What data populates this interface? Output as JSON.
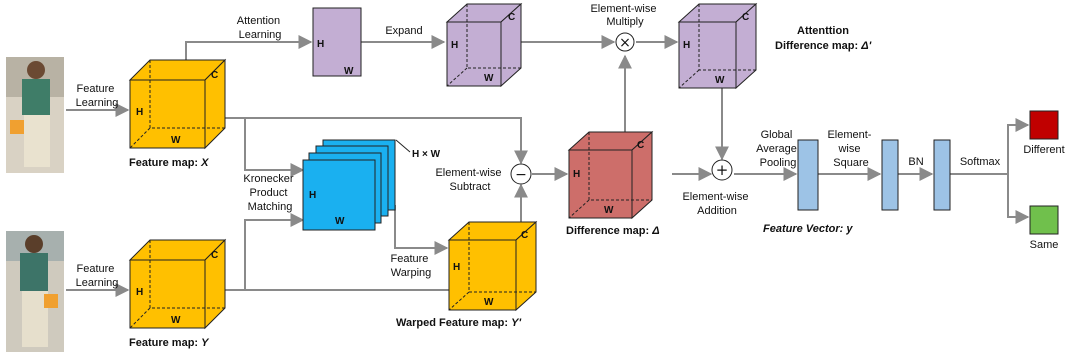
{
  "colors": {
    "feature_map": "#FFC000",
    "attention": "#C3AED3",
    "difference": "#CD6E6A",
    "matching": "#1AB0F0",
    "vector": "#9DC3E6",
    "different": "#C00000",
    "same": "#70C04C",
    "arrow": "#8A8A8A"
  },
  "steps": {
    "feature_learning_top": [
      "Feature",
      "Learning"
    ],
    "feature_learning_bottom": [
      "Feature",
      "Learning"
    ],
    "attention_learning": [
      "Attention",
      "Learning"
    ],
    "expand": "Expand",
    "multiply": [
      "Element-wise",
      "Multiply"
    ],
    "kronecker": [
      "Kronecker",
      "Product",
      "Matching"
    ],
    "subtract": [
      "Element-wise",
      "Subtract"
    ],
    "feature_warping": [
      "Feature",
      "Warping"
    ],
    "addition": [
      "Element-wise",
      "Addition"
    ],
    "gap": [
      "Global",
      "Average",
      "Pooling"
    ],
    "square": [
      "Element-",
      "wise",
      "Square"
    ],
    "bn": "BN",
    "softmax": "Softmax"
  },
  "captions": {
    "feature_map_x": {
      "text": "Feature map: ",
      "sym": "X"
    },
    "feature_map_y": {
      "text": "Feature map: ",
      "sym": "Y"
    },
    "difference_map": {
      "text": "Difference map: ",
      "sym": "Δ"
    },
    "warped_map": {
      "text": "Warped Feature map: ",
      "sym": "Y'"
    },
    "attention_map_line1": "Attenttion",
    "attention_map_line2": {
      "text": "Difference map: ",
      "sym": "Δ'"
    },
    "feature_vector": "Feature Vector: y"
  },
  "dims": {
    "h": "H",
    "w": "W",
    "c": "C",
    "hxw": "H × W"
  },
  "outputs": {
    "different": "Different",
    "same": "Same"
  },
  "operators": {
    "multiply": "×",
    "subtract": "−",
    "add": "+"
  }
}
